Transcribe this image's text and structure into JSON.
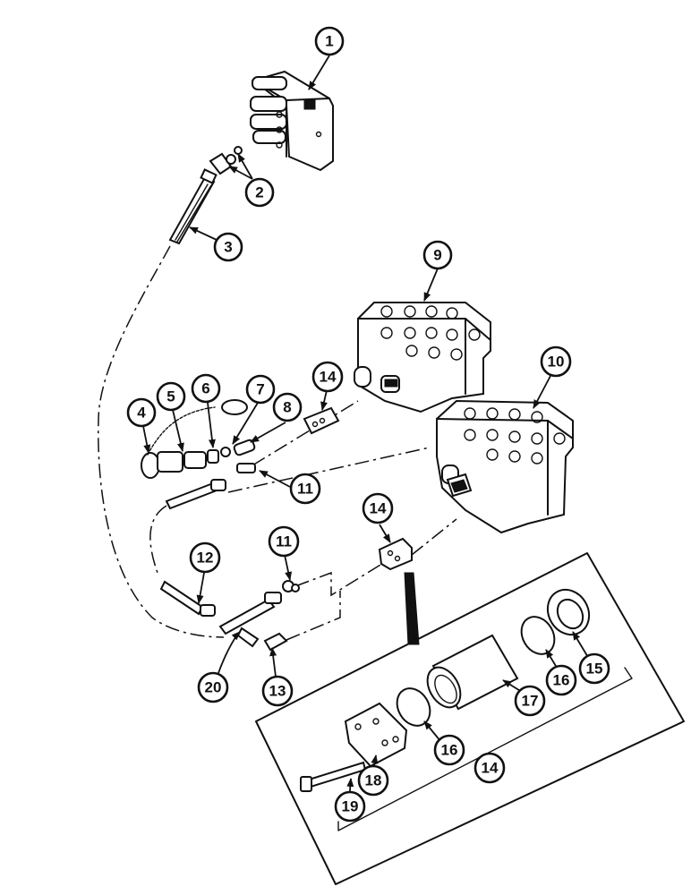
{
  "callouts": {
    "c1": "1",
    "c2": "2",
    "c3": "3",
    "c4": "4",
    "c5": "5",
    "c6": "6",
    "c7": "7",
    "c8": "8",
    "c9": "9",
    "c10": "10",
    "c11a": "11",
    "c11b": "11",
    "c12": "12",
    "c13": "13",
    "c14a": "14",
    "c14b": "14",
    "c14c": "14",
    "c15": "15",
    "c16a": "16",
    "c16b": "16",
    "c17": "17",
    "c18": "18",
    "c19": "19",
    "c20": "20"
  }
}
